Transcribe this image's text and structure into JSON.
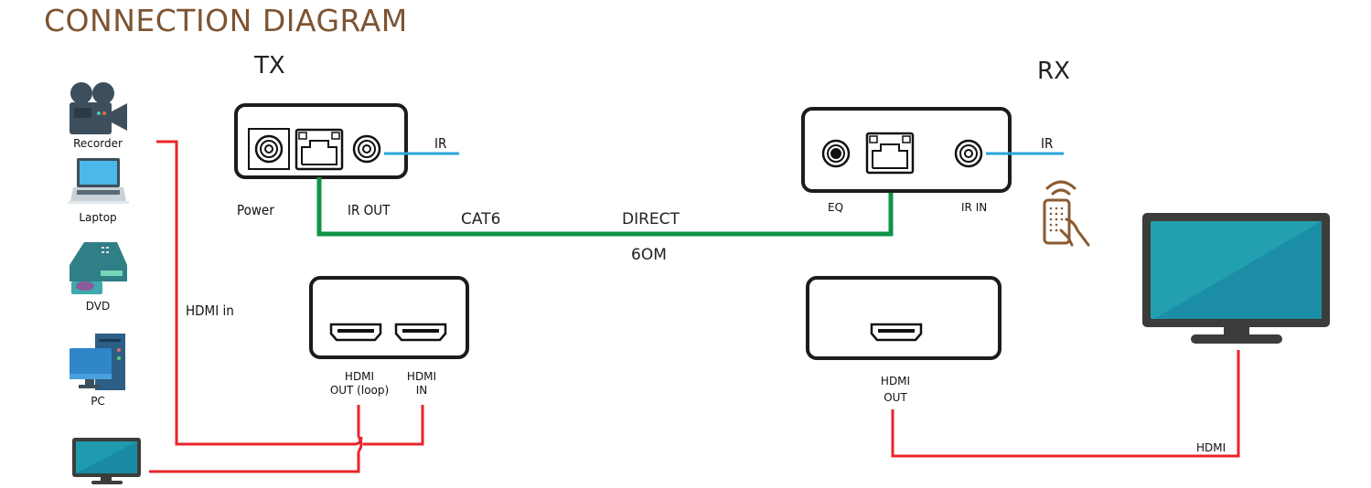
{
  "title": "CONNECTION DIAGRAM",
  "colors": {
    "title": "#7d5432",
    "hdmi_cable": "#e8242b",
    "cat6_cable": "#0f9447",
    "ir_cable": "#27a5dc",
    "remote_icon": "#8a5a32"
  },
  "sources": [
    {
      "label": "Recorder",
      "icon": "video-camera-icon"
    },
    {
      "label": "Laptop",
      "icon": "laptop-icon"
    },
    {
      "label": "DVD",
      "icon": "dvd-player-icon"
    },
    {
      "label": "PC",
      "icon": "desktop-pc-icon"
    }
  ],
  "tx": {
    "heading": "TX",
    "ports_top": {
      "power": "Power",
      "ir_out": "IR OUT",
      "ir_cable": "IR"
    },
    "ports_bottom": {
      "hdmi_out_line1": "HDMI",
      "hdmi_out_line2": "OUT (loop)",
      "hdmi_in_line1": "HDMI",
      "hdmi_in_line2": "IN"
    },
    "hdmi_in_label": "HDMI in"
  },
  "link": {
    "cable": "CAT6",
    "mode": "DIRECT",
    "distance": "6OM"
  },
  "rx": {
    "heading": "RX",
    "ports_top": {
      "eq": "EQ",
      "ir_in": "IR IN",
      "ir_cable": "IR"
    },
    "ports_bottom": {
      "hdmi_out_line1": "HDMI",
      "hdmi_out_line2": "OUT"
    },
    "output_cable_label": "HDMI"
  }
}
